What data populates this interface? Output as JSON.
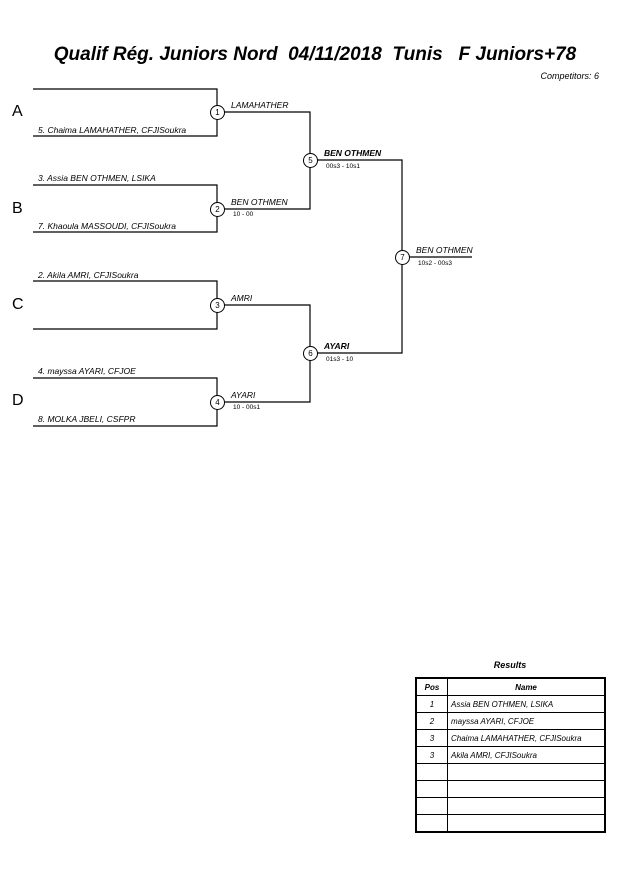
{
  "title": "Qualif Rég. Juniors Nord  04/11/2018  Tunis   F Juniors+78",
  "competitors": "Competitors: 6",
  "pools": [
    "A",
    "B",
    "C",
    "D"
  ],
  "entries": [
    {
      "pool": "A",
      "top": "",
      "bottom": "5. Chaima LAMAHATHER, CFJISoukra"
    },
    {
      "pool": "B",
      "top": "3. Assia BEN OTHMEN, LSIKA",
      "bottom": "7. Khaoula MASSOUDI, CFJISoukra"
    },
    {
      "pool": "C",
      "top": "2. Akila AMRI, CFJISoukra",
      "bottom": ""
    },
    {
      "pool": "D",
      "top": "4. mayssa AYARI, CFJOE",
      "bottom": "8. MOLKA JBELI, CSFPR"
    }
  ],
  "matches": [
    {
      "num": "1",
      "winner": "LAMAHATHER",
      "score": ""
    },
    {
      "num": "2",
      "winner": "BEN OTHMEN",
      "score": "10 - 00"
    },
    {
      "num": "3",
      "winner": "AMRI",
      "score": ""
    },
    {
      "num": "4",
      "winner": "AYARI",
      "score": "10 - 00s1"
    },
    {
      "num": "5",
      "winner": "BEN OTHMEN",
      "score": "00s3 - 10s1"
    },
    {
      "num": "6",
      "winner": "AYARI",
      "score": "01s3 - 10"
    },
    {
      "num": "7",
      "winner": "BEN OTHMEN",
      "score": "10s2 - 00s3"
    }
  ],
  "results": {
    "title": "Results",
    "headers": [
      "Pos",
      "Name"
    ],
    "rows": [
      {
        "pos": "1",
        "name": "Assia BEN OTHMEN, LSIKA"
      },
      {
        "pos": "2",
        "name": "mayssa AYARI, CFJOE"
      },
      {
        "pos": "3",
        "name": "Chaima LAMAHATHER, CFJISoukra"
      },
      {
        "pos": "3",
        "name": "Akila AMRI, CFJISoukra"
      },
      {
        "pos": "",
        "name": ""
      },
      {
        "pos": "",
        "name": ""
      },
      {
        "pos": "",
        "name": ""
      },
      {
        "pos": "",
        "name": ""
      }
    ]
  }
}
